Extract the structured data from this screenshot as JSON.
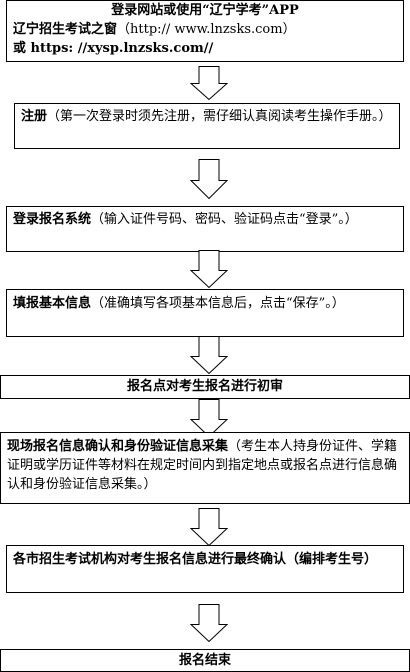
{
  "steps": [
    {
      "line1": "登录网站或使用“辽宁学考”APP",
      "line2_label": "辽宁招生考试之窗",
      "line2_url": "（http://  www.lnzsks.com）",
      "line3": "或 https: //xysp.lnzsks.com//"
    },
    {
      "title": "注册",
      "desc": "（第一次登录时须先注册，需仔细认真阅读考生操作手册。）"
    },
    {
      "title": "登录报名系统",
      "desc": "（输入证件号码、密码、验证码点击“登录”。）"
    },
    {
      "title": "填报基本信息",
      "desc": "（准确填写各项基本信息后，点击“保存”。）"
    },
    {
      "title": "报名点对考生报名进行初审"
    },
    {
      "title": "现场报名信息确认和身份验证信息采集",
      "desc": "（考生本人持身份证件、学籍证明或学历证件等材料在规定时间内到指定地点或报名点进行信息确认和身份验证信息采集。）"
    },
    {
      "title": "各市招生考试机构对考生报名信息进行最终确认（编排考生号）"
    },
    {
      "title": "报名结束"
    }
  ]
}
